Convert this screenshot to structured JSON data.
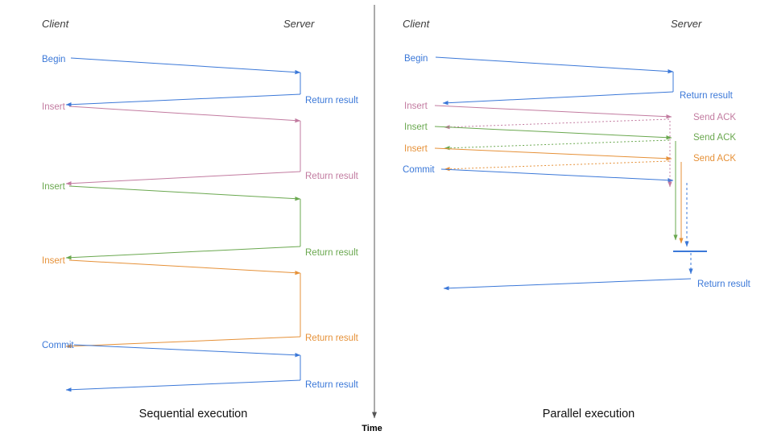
{
  "colors": {
    "blue": "#3b78d8",
    "pink": "#c27ba0",
    "green": "#6aa84f",
    "orange": "#e69138",
    "axis": "#555555",
    "heading": "#3b3b3b",
    "caption": "#111111"
  },
  "left": {
    "client_label": "Client",
    "server_label": "Server",
    "caption": "Sequential execution",
    "messages": [
      {
        "label": "Begin",
        "color": "blue",
        "return_label": "Return result"
      },
      {
        "label": "Insert",
        "color": "pink",
        "return_label": "Return result"
      },
      {
        "label": "Insert",
        "color": "green",
        "return_label": "Return result"
      },
      {
        "label": "Insert",
        "color": "orange",
        "return_label": "Return result"
      },
      {
        "label": "Commit",
        "color": "blue",
        "return_label": "Return result"
      }
    ]
  },
  "right": {
    "client_label": "Client",
    "server_label": "Server",
    "caption": "Parallel execution",
    "messages": [
      {
        "label": "Begin",
        "color": "blue",
        "reply_label": "Return result"
      },
      {
        "label": "Insert",
        "color": "pink",
        "reply_label": "Send ACK"
      },
      {
        "label": "Insert",
        "color": "green",
        "reply_label": "Send ACK"
      },
      {
        "label": "Insert",
        "color": "orange",
        "reply_label": "Send ACK"
      },
      {
        "label": "Commit",
        "color": "blue",
        "reply_label": ""
      }
    ],
    "final_return_label": "Return result"
  },
  "time_axis": {
    "label": "Time"
  }
}
